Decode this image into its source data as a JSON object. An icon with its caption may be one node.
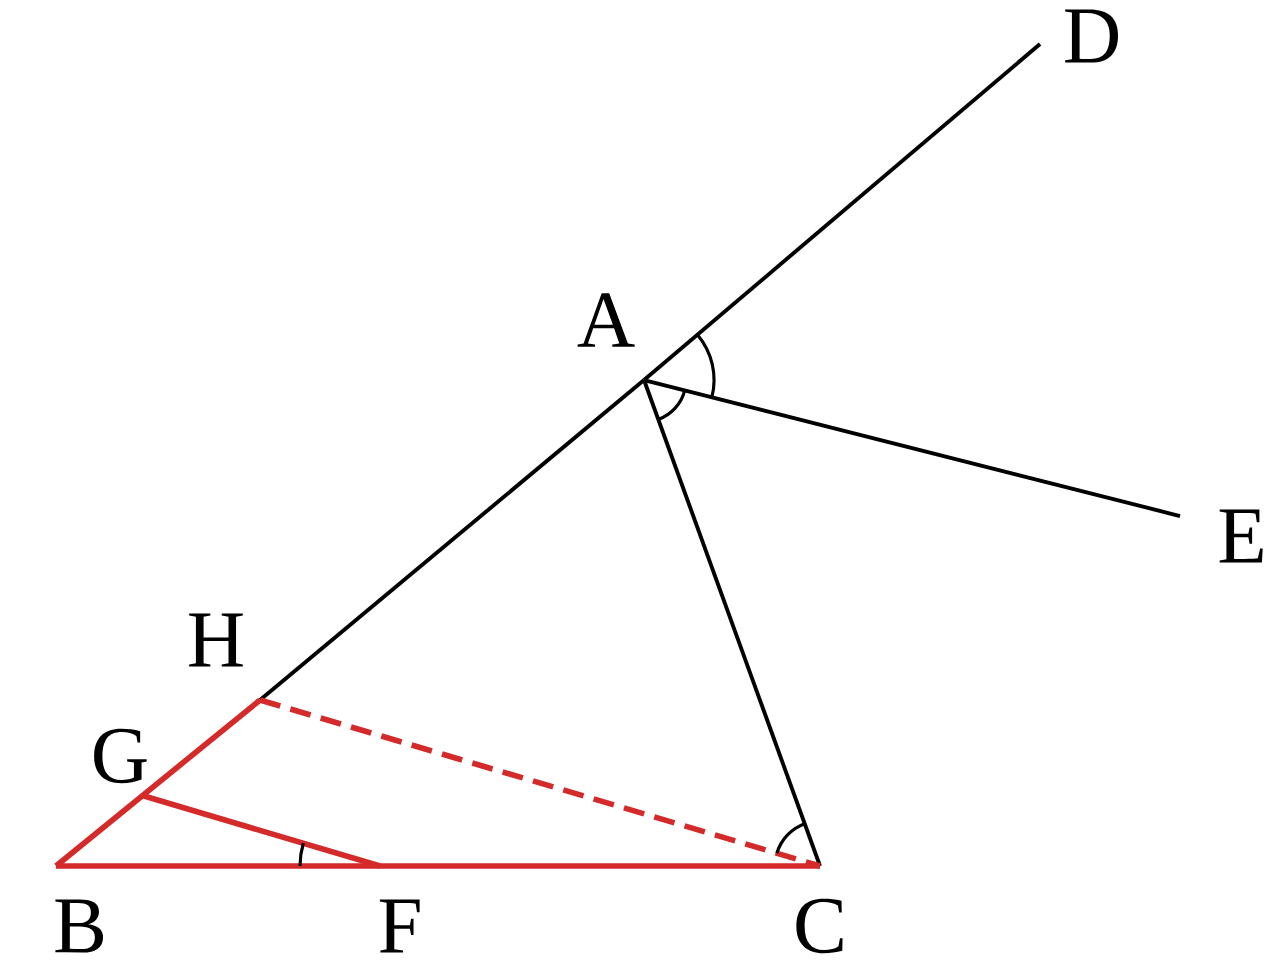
{
  "diagram": {
    "nodes": [
      {
        "text": [
          "A"
        ]
      },
      {
        "text": [
          "B"
        ]
      },
      {
        "text": [
          "C"
        ]
      },
      {
        "text": [
          "D"
        ]
      },
      {
        "text": [
          "E"
        ]
      },
      {
        "text": [
          "F"
        ]
      },
      {
        "text": [
          "G"
        ]
      },
      {
        "text": [
          "H"
        ]
      }
    ],
    "edges": [
      {
        "from": 7,
        "to": 0,
        "arrow": "none"
      },
      {
        "from": 0,
        "to": 3,
        "arrow": "none"
      },
      {
        "from": 0,
        "to": 4,
        "arrow": "none"
      },
      {
        "from": 0,
        "to": 2,
        "arrow": "none"
      },
      {
        "from": 1,
        "to": 7,
        "arrow": "none",
        "color": "#d42a2a"
      },
      {
        "from": 1,
        "to": 2,
        "arrow": "none",
        "color": "#d42a2a"
      },
      {
        "from": 6,
        "to": 5,
        "arrow": "none",
        "color": "#d42a2a"
      },
      {
        "from": 7,
        "to": 2,
        "arrow": "none",
        "style": "dashed",
        "color": "#d42a2a"
      }
    ]
  }
}
